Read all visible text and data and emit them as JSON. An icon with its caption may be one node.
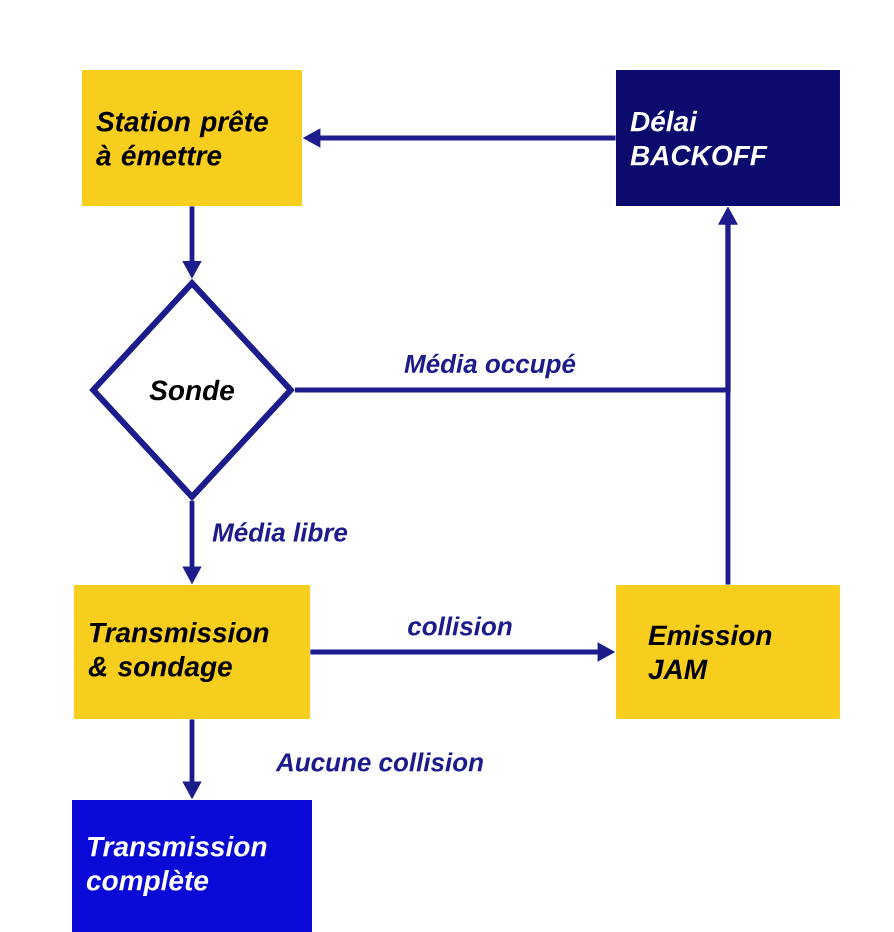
{
  "diagram": {
    "nodes": [
      {
        "text": [
          "Station prête à émettre"
        ]
      },
      {
        "text": [
          "Délai BACKOFF"
        ]
      },
      {
        "text": [
          "Sonde"
        ]
      },
      {
        "text": [
          "Transmission & sondage"
        ]
      },
      {
        "text": [
          "Emission JAM"
        ]
      },
      {
        "text": [
          "Transmission complète"
        ]
      }
    ],
    "edges": [
      {
        "from": 1,
        "to": 0,
        "arrow": "to"
      },
      {
        "from": 0,
        "to": 2,
        "arrow": "to"
      },
      {
        "from": 2,
        "to": 1,
        "arrow": "to",
        "label": "Média occupé"
      },
      {
        "from": 4,
        "to": 1,
        "arrow": "to"
      },
      {
        "from": 2,
        "to": 3,
        "arrow": "to",
        "label": "Média libre"
      },
      {
        "from": 3,
        "to": 4,
        "arrow": "to",
        "label": "collision"
      },
      {
        "from": 3,
        "to": 5,
        "arrow": "to",
        "label": "Aucune collision"
      }
    ]
  }
}
